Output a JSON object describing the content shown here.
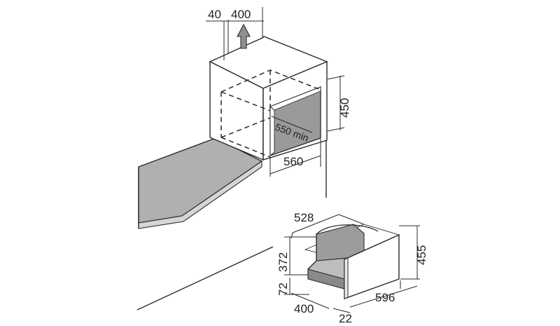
{
  "diagram": {
    "dimensions": {
      "top_offset": "40",
      "top_width": "400",
      "niche_height": "450",
      "niche_depth": "550 min",
      "niche_width": "560",
      "drawer_depth_top": "528",
      "drawer_inner_height": "372",
      "drawer_front_height": "455",
      "drawer_base_height": "72",
      "drawer_depth_bottom": "400",
      "front_thickness": "22",
      "front_width": "596"
    },
    "colors": {
      "line": "#2a2a2a",
      "cavity": "#9a9a9a",
      "countertop": "#b0b0b0",
      "countertop_edge": "#d6d6d6",
      "drawer_inner": "#9c9c9c",
      "drawer_front": "#ffffff"
    },
    "icons": {
      "ventilation_arrow": "up-arrow-icon"
    }
  }
}
